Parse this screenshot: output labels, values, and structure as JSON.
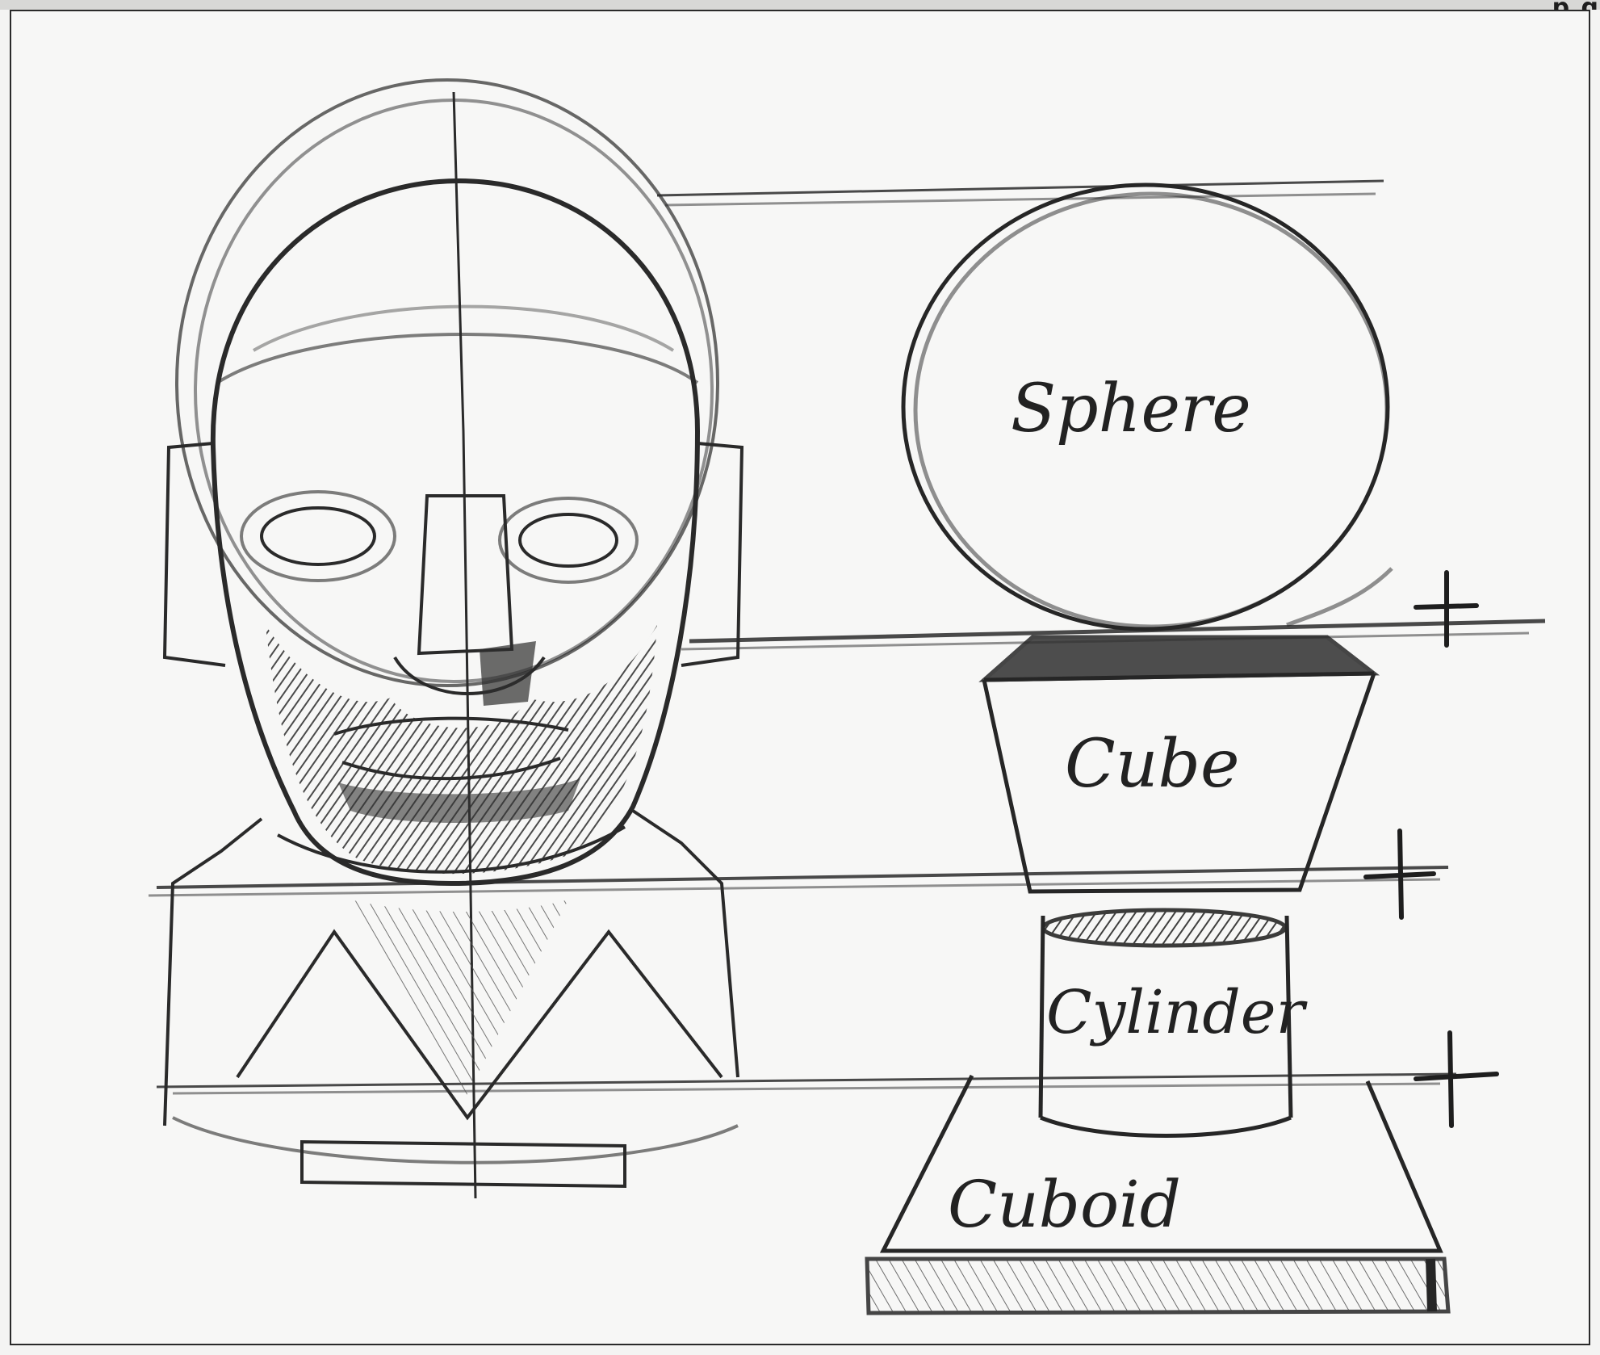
{
  "caption_fragment": "p g",
  "labels": {
    "sphere": "Sphere",
    "cube": "Cube",
    "cylinder": "Cylinder",
    "cuboid": "Cuboid"
  },
  "colors": {
    "paper": "#f7f7f6",
    "graphite": "#2a2a2a",
    "shading": "#3a3a3a",
    "frame": "#d8d8d6"
  }
}
